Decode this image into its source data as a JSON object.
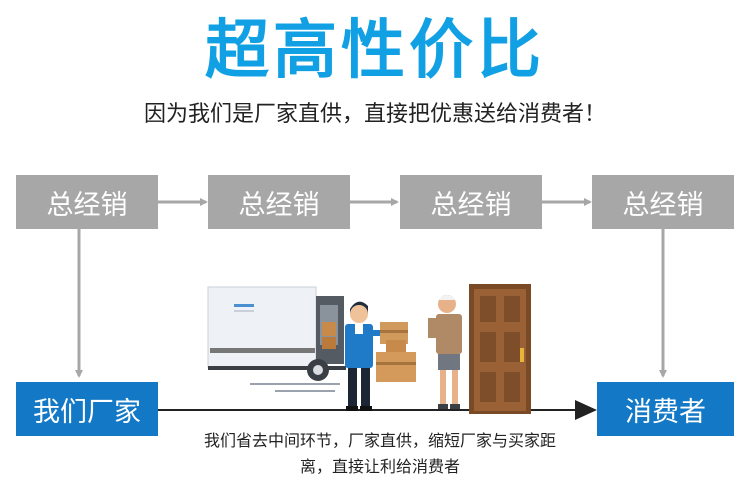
{
  "title": "超高性价比",
  "subtitle": "因为我们是厂家直供，直接把优惠送给消费者！",
  "distributors": [
    {
      "label": "总经销"
    },
    {
      "label": "总经销"
    },
    {
      "label": "总经销"
    },
    {
      "label": "总经销"
    }
  ],
  "factory_label": "我们厂家",
  "consumer_label": "消费者",
  "caption_lines": [
    "我们省去中间环节，厂家直供，缩短厂家与买家距",
    "离，直接让利给消费者"
  ],
  "colors": {
    "title": "#12a0e4",
    "distributor_box": "#a7a7a7",
    "blue_box": "#1378c6",
    "arrow_gray": "#a7a7a7",
    "arrow_dark": "#222222"
  }
}
